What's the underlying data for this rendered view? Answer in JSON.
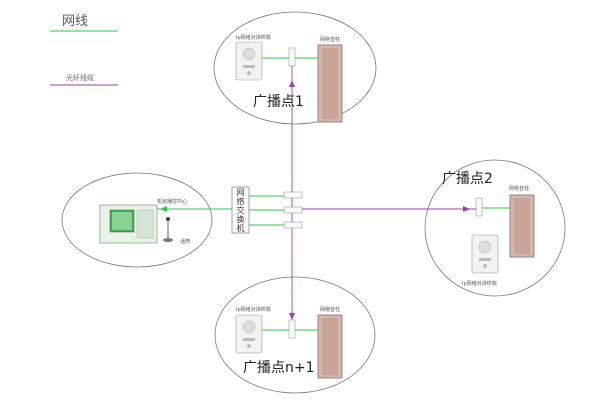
{
  "legend": {
    "network_line": "网线",
    "fiber_line": "光纤线缆",
    "colors": {
      "network": "#35c44a",
      "fiber": "#a23bb0"
    }
  },
  "nodes": {
    "point1": {
      "title": "广播点1",
      "terminal_label": "Ip网络对讲终端",
      "speaker_label": "网络音柱"
    },
    "point2": {
      "title": "广播点2",
      "terminal_label": "Ip网络对讲终端",
      "speaker_label": "网络音柱"
    },
    "point_n1": {
      "title": "广播点n+1",
      "terminal_label": "Ip网络对讲终端",
      "speaker_label": "网络音柱"
    },
    "control": {
      "center_label": "机房播控中心",
      "mic_label": "话筒"
    },
    "switch": {
      "label": "网络交换机"
    }
  }
}
